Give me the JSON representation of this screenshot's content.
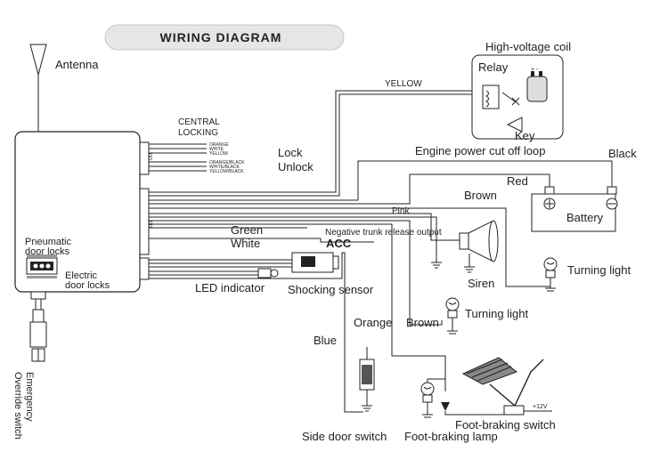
{
  "title": "WIRING DIAGRAM",
  "labels": {
    "antenna": "Antenna",
    "central_locking_1": "CENTRAL",
    "central_locking_2": "LOCKING",
    "cl_wires": [
      "ORANGE",
      "WHITE",
      "YELLOW",
      "ORANGE/BLACK",
      "WHITE/BLACK",
      "YELLOW/BLACK"
    ],
    "high_voltage_coil": "High-voltage coil",
    "relay": "Relay",
    "key": "Key",
    "engine_cutoff": "Engine power cut off loop",
    "yellow": "YELLOW",
    "lock": "Lock",
    "unlock": "Unlock",
    "black": "Black",
    "red": "Red",
    "brown_top": "Brown",
    "battery": "Battery",
    "pink": "Pink",
    "green": "Green",
    "white": "White",
    "neg_trunk": "Negative trunk release output",
    "acc": "ACC",
    "pneumatic_1": "Pneumatic",
    "pneumatic_2": "door locks",
    "electric_1": "Electric",
    "electric_2": "door locks",
    "led": "LED indicator",
    "shocking": "Shocking sensor",
    "siren": "Siren",
    "turning_light_right": "Turning light",
    "turning_light_mid": "Turning light",
    "orange": "Orange",
    "brown_mid": "Brown",
    "blue": "Blue",
    "emergency_1": "Emergency",
    "emergency_2": "Override switch",
    "side_door": "Side door switch",
    "foot_lamp": "Foot-braking lamp",
    "foot_switch": "Foot-braking switch",
    "plus12v": "+12V"
  }
}
